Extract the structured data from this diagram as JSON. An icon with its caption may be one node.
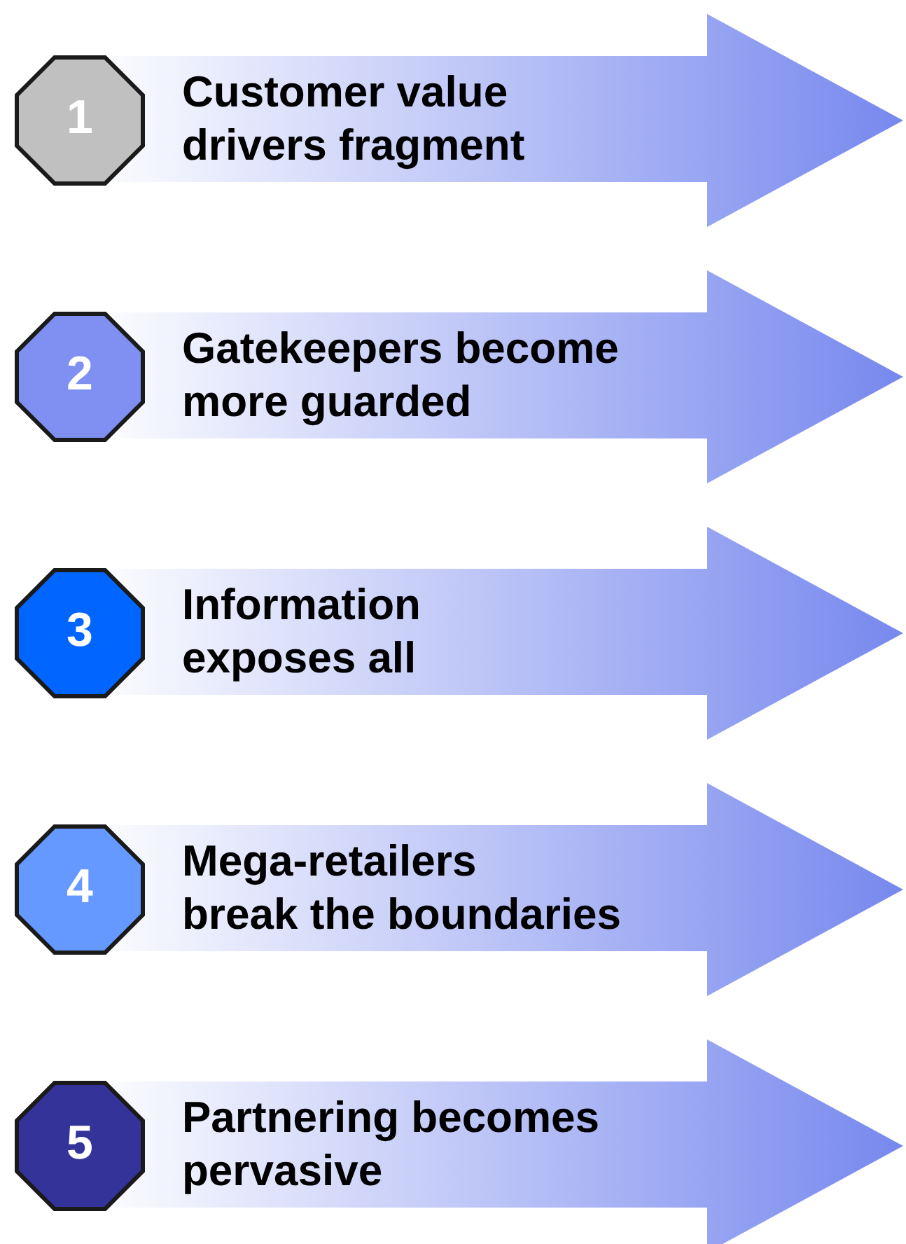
{
  "diagram": {
    "nodes": [
      {
        "text": [
          "1"
        ]
      },
      {
        "text": [
          "Customer value drivers fragment"
        ]
      },
      {
        "text": [
          "2"
        ]
      },
      {
        "text": [
          "Gatekeepers become more guarded"
        ]
      },
      {
        "text": [
          "3"
        ]
      },
      {
        "text": [
          "Information exposes all"
        ]
      },
      {
        "text": [
          "4"
        ]
      },
      {
        "text": [
          "Mega-retailers break the boundaries"
        ]
      },
      {
        "text": [
          "5"
        ]
      },
      {
        "text": [
          "Partnering becomes pervasive"
        ]
      }
    ],
    "edges": []
  }
}
